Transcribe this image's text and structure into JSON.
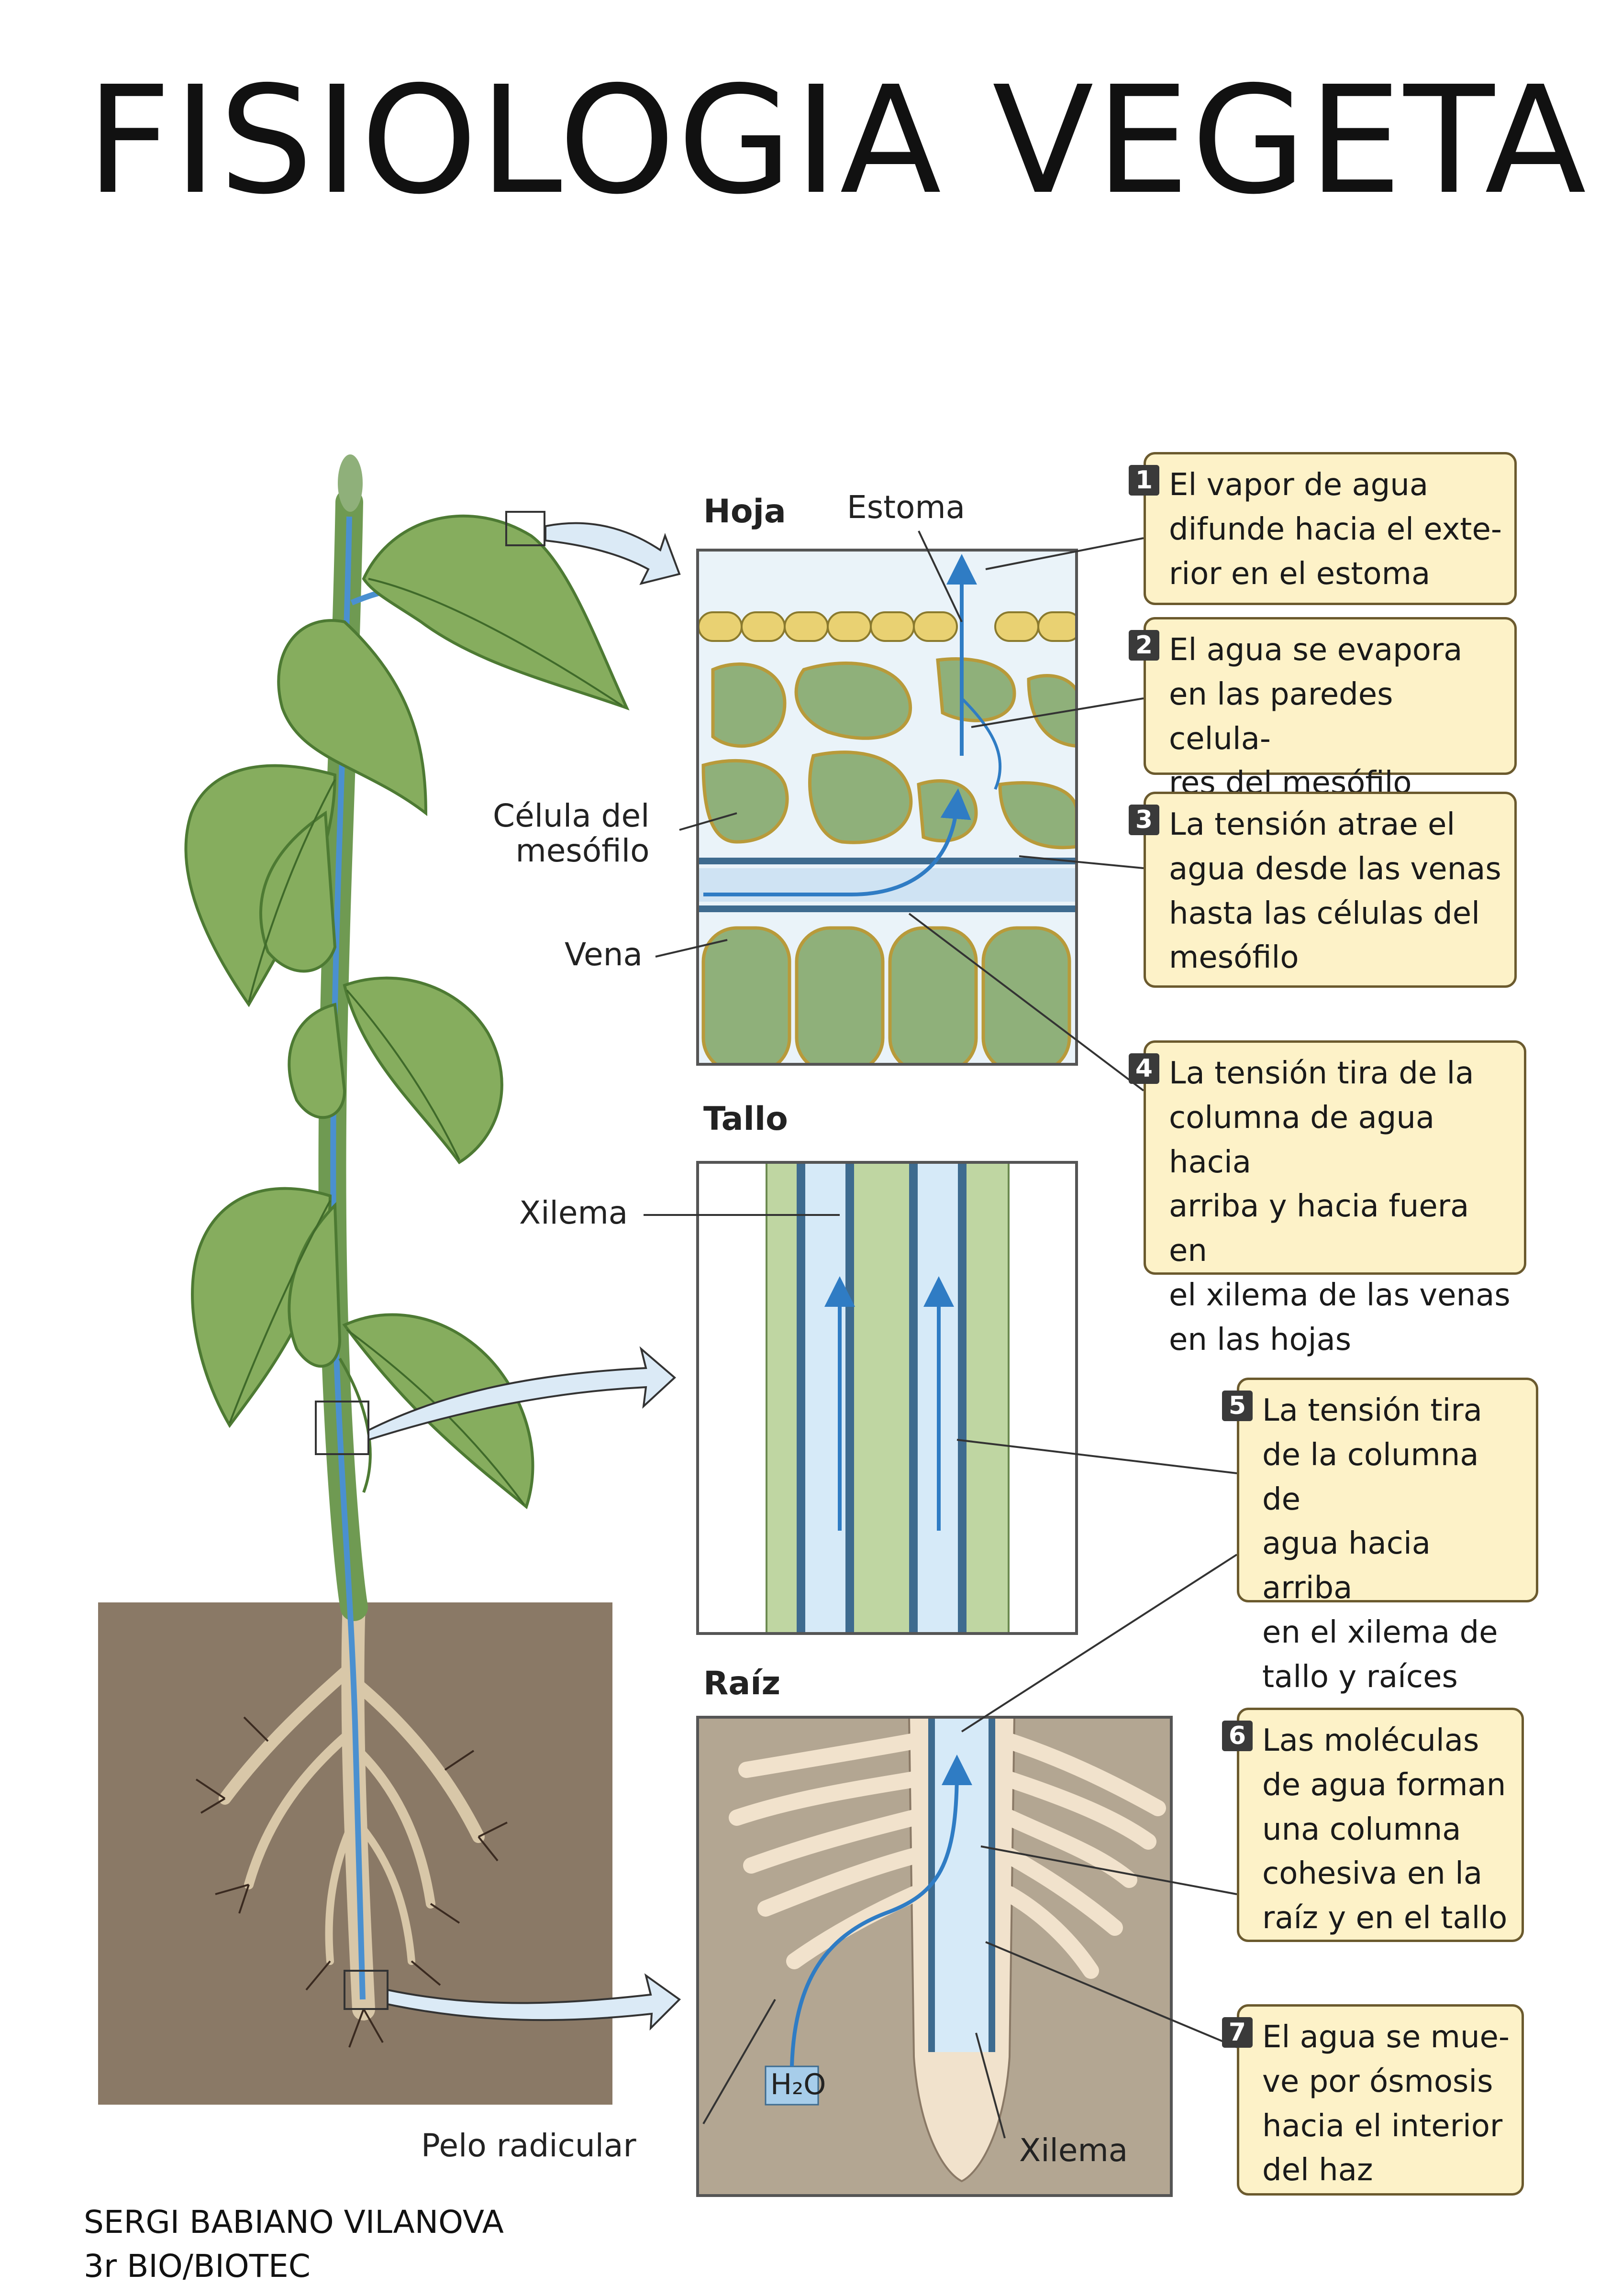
{
  "title": "FISIOLOGIA VEGETAL",
  "panels": {
    "leaf": "Hoja",
    "stem": "Tallo",
    "root": "Raíz"
  },
  "labels": {
    "stoma": "Estoma",
    "mesophyll_cell": "Célula del\nmesófilo",
    "vein": "Vena",
    "xylem_stem": "Xilema",
    "root_hair": "Pelo radicular",
    "xylem_root": "Xilema",
    "water": "H₂O"
  },
  "steps": [
    {
      "number": "1",
      "text": "El vapor de agua\ndifunde hacia el exte-\nrior en el estoma"
    },
    {
      "number": "2",
      "text": "El agua se evapora\nen las paredes celula-\nres del mesófilo"
    },
    {
      "number": "3",
      "text": "La tensión atrae el\nagua desde las venas\nhasta las células del\nmesófilo"
    },
    {
      "number": "4",
      "text": "La tensión tira de la\ncolumna de agua hacia\narriba y hacia fuera en\nel xilema de las venas\nen las hojas"
    },
    {
      "number": "5",
      "text": "La tensión tira\nde la columna de\nagua hacia arriba\nen el xilema de\ntallo y raíces"
    },
    {
      "number": "6",
      "text": "Las moléculas\nde agua forman\nuna columna\ncohesiva en la\nraíz y en el tallo"
    },
    {
      "number": "7",
      "text": "El agua se mue-\nve por ósmosis\nhacia el interior\ndel haz"
    }
  ],
  "author": "SERGI BABIANO VILANOVA\n3r BIO/BIOTEC",
  "colors": {
    "leaf_green": "#7fa35a",
    "leaf_dark": "#4d7a33",
    "cell_green": "#8fb07a",
    "water_blue": "#4a90d0",
    "light_blue": "#d6eaf8",
    "soil": "#8a7966",
    "root": "#efe3d0",
    "box_fill": "#fdf2c8",
    "cuticle_yellow": "#e8c84a"
  }
}
